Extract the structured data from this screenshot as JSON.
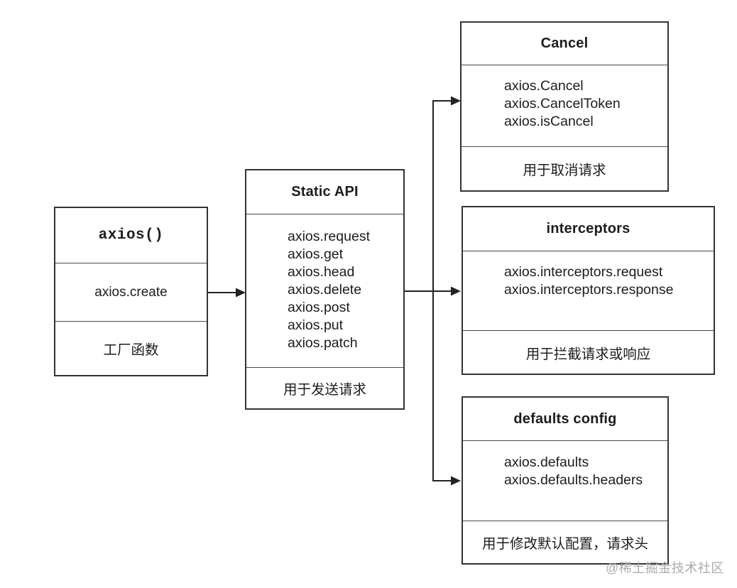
{
  "diagram": {
    "boxes": {
      "root": {
        "title": "axios()",
        "subtitle": "axios.create",
        "caption": "工厂函数"
      },
      "static_api": {
        "title": "Static API",
        "methods": [
          "axios.request",
          "axios.get",
          "axios.head",
          "axios.delete",
          "axios.post",
          "axios.put",
          "axios.patch"
        ],
        "caption": "用于发送请求"
      },
      "cancel": {
        "title": "Cancel",
        "methods": [
          "axios.Cancel",
          "axios.CancelToken",
          "axios.isCancel"
        ],
        "caption": "用于取消请求"
      },
      "interceptors": {
        "title": "interceptors",
        "methods": [
          "axios.interceptors.request",
          "axios.interceptors.response"
        ],
        "caption": "用于拦截请求或响应"
      },
      "defaults": {
        "title": "defaults config",
        "methods": [
          "axios.defaults",
          "axios.defaults.headers"
        ],
        "caption": "用于修改默认配置，请求头"
      }
    },
    "watermark": "@稀土掘金技术社区",
    "colors": {
      "background": "#ffffff",
      "box_border": "#333333",
      "divider": "#4a4a4a",
      "text": "#1c1c1c",
      "connector": "#222222",
      "watermark": "#ababab"
    }
  }
}
